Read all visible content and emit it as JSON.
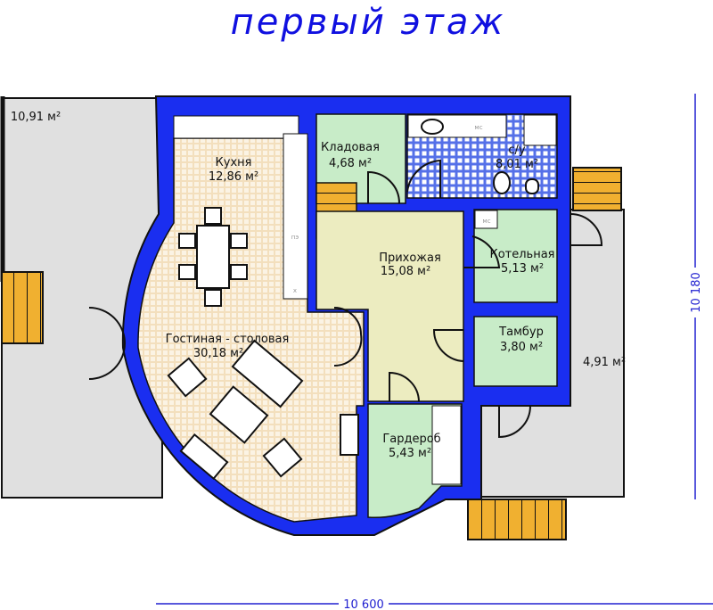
{
  "title": "первый этаж",
  "colors": {
    "wall": "#1a2ef0",
    "terrace": "#e0e0e0",
    "green_room": "#c8ecc8",
    "hall": "#ececc0",
    "tile_beige": "#f3dfbd",
    "tile_blue": "#5570e8",
    "stairs": "#f0b030",
    "dimension": "#2020d0"
  },
  "rooms": [
    {
      "name": "Кухня",
      "area": "12,86 м²"
    },
    {
      "name": "Гостиная - столовая",
      "area": "30,18 м²"
    },
    {
      "name": "Кладовая",
      "area": "4,68 м²"
    },
    {
      "name": "с/у",
      "area": "8,01 м²"
    },
    {
      "name": "Прихожая",
      "area": "15,08 м²"
    },
    {
      "name": "Котельная",
      "area": "5,13 м²"
    },
    {
      "name": "Тамбур",
      "area": "3,80 м²"
    },
    {
      "name": "Гардероб",
      "area": "5,43 м²"
    }
  ],
  "terraces": [
    {
      "area": "10,91 м²"
    },
    {
      "area": "4,91 м²"
    }
  ],
  "fixtures": {
    "mc": "мс",
    "stove": "пэ",
    "fridge": "х"
  },
  "dimensions": {
    "width": "10 600",
    "depth": "10 180"
  }
}
